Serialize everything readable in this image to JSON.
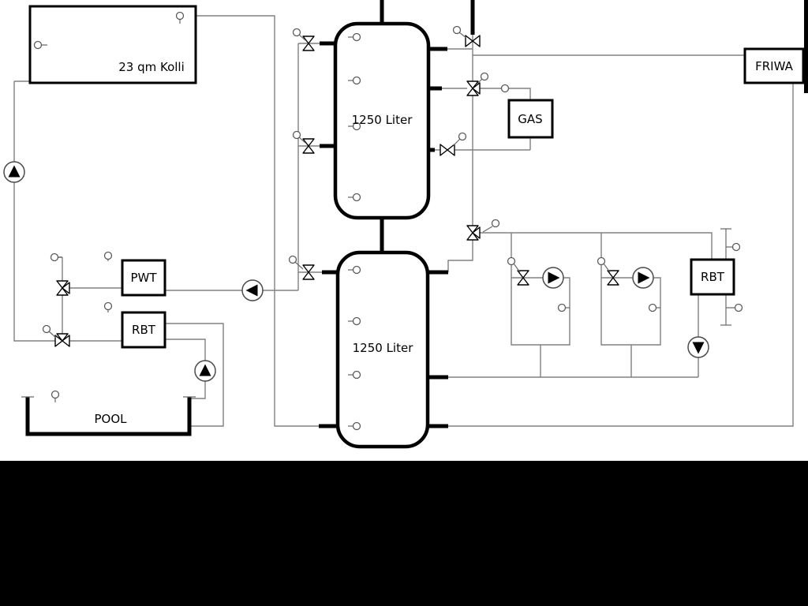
{
  "diagram": {
    "labels": {
      "collector": "23 qm Kolli",
      "tank_top": "1250 Liter",
      "tank_bottom": "1250 Liter",
      "pwt": "PWT",
      "rbt_left": "RBT",
      "rbt_right": "RBT",
      "gas": "GAS",
      "friwa": "FRIWA",
      "pool": "POOL"
    },
    "colors": {
      "pipe": "#808080",
      "outline": "#000000",
      "background": "#ffffff",
      "mask": "#000000"
    },
    "icons": {
      "pump": "circle-with-solid-triangle",
      "valve": "bowtie-triangles",
      "three_way_valve": "bowtie-with-branch-triangle",
      "sensor": "small-circle-with-stem"
    }
  }
}
